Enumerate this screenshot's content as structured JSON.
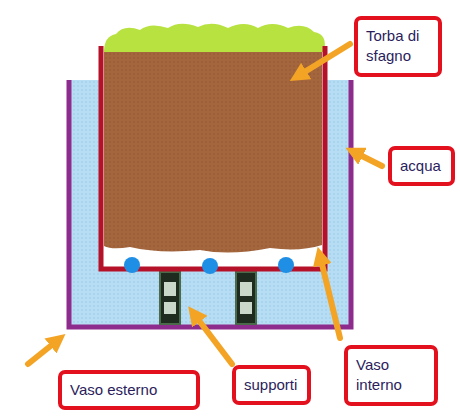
{
  "diagram": {
    "nodes": [
      {
        "text": [
          "Torba di sfagno"
        ]
      },
      {
        "text": [
          "acqua"
        ]
      },
      {
        "text": [
          "Vaso esterno"
        ]
      },
      {
        "text": [
          "supporti"
        ]
      },
      {
        "text": [
          "Vaso interno"
        ]
      }
    ]
  }
}
